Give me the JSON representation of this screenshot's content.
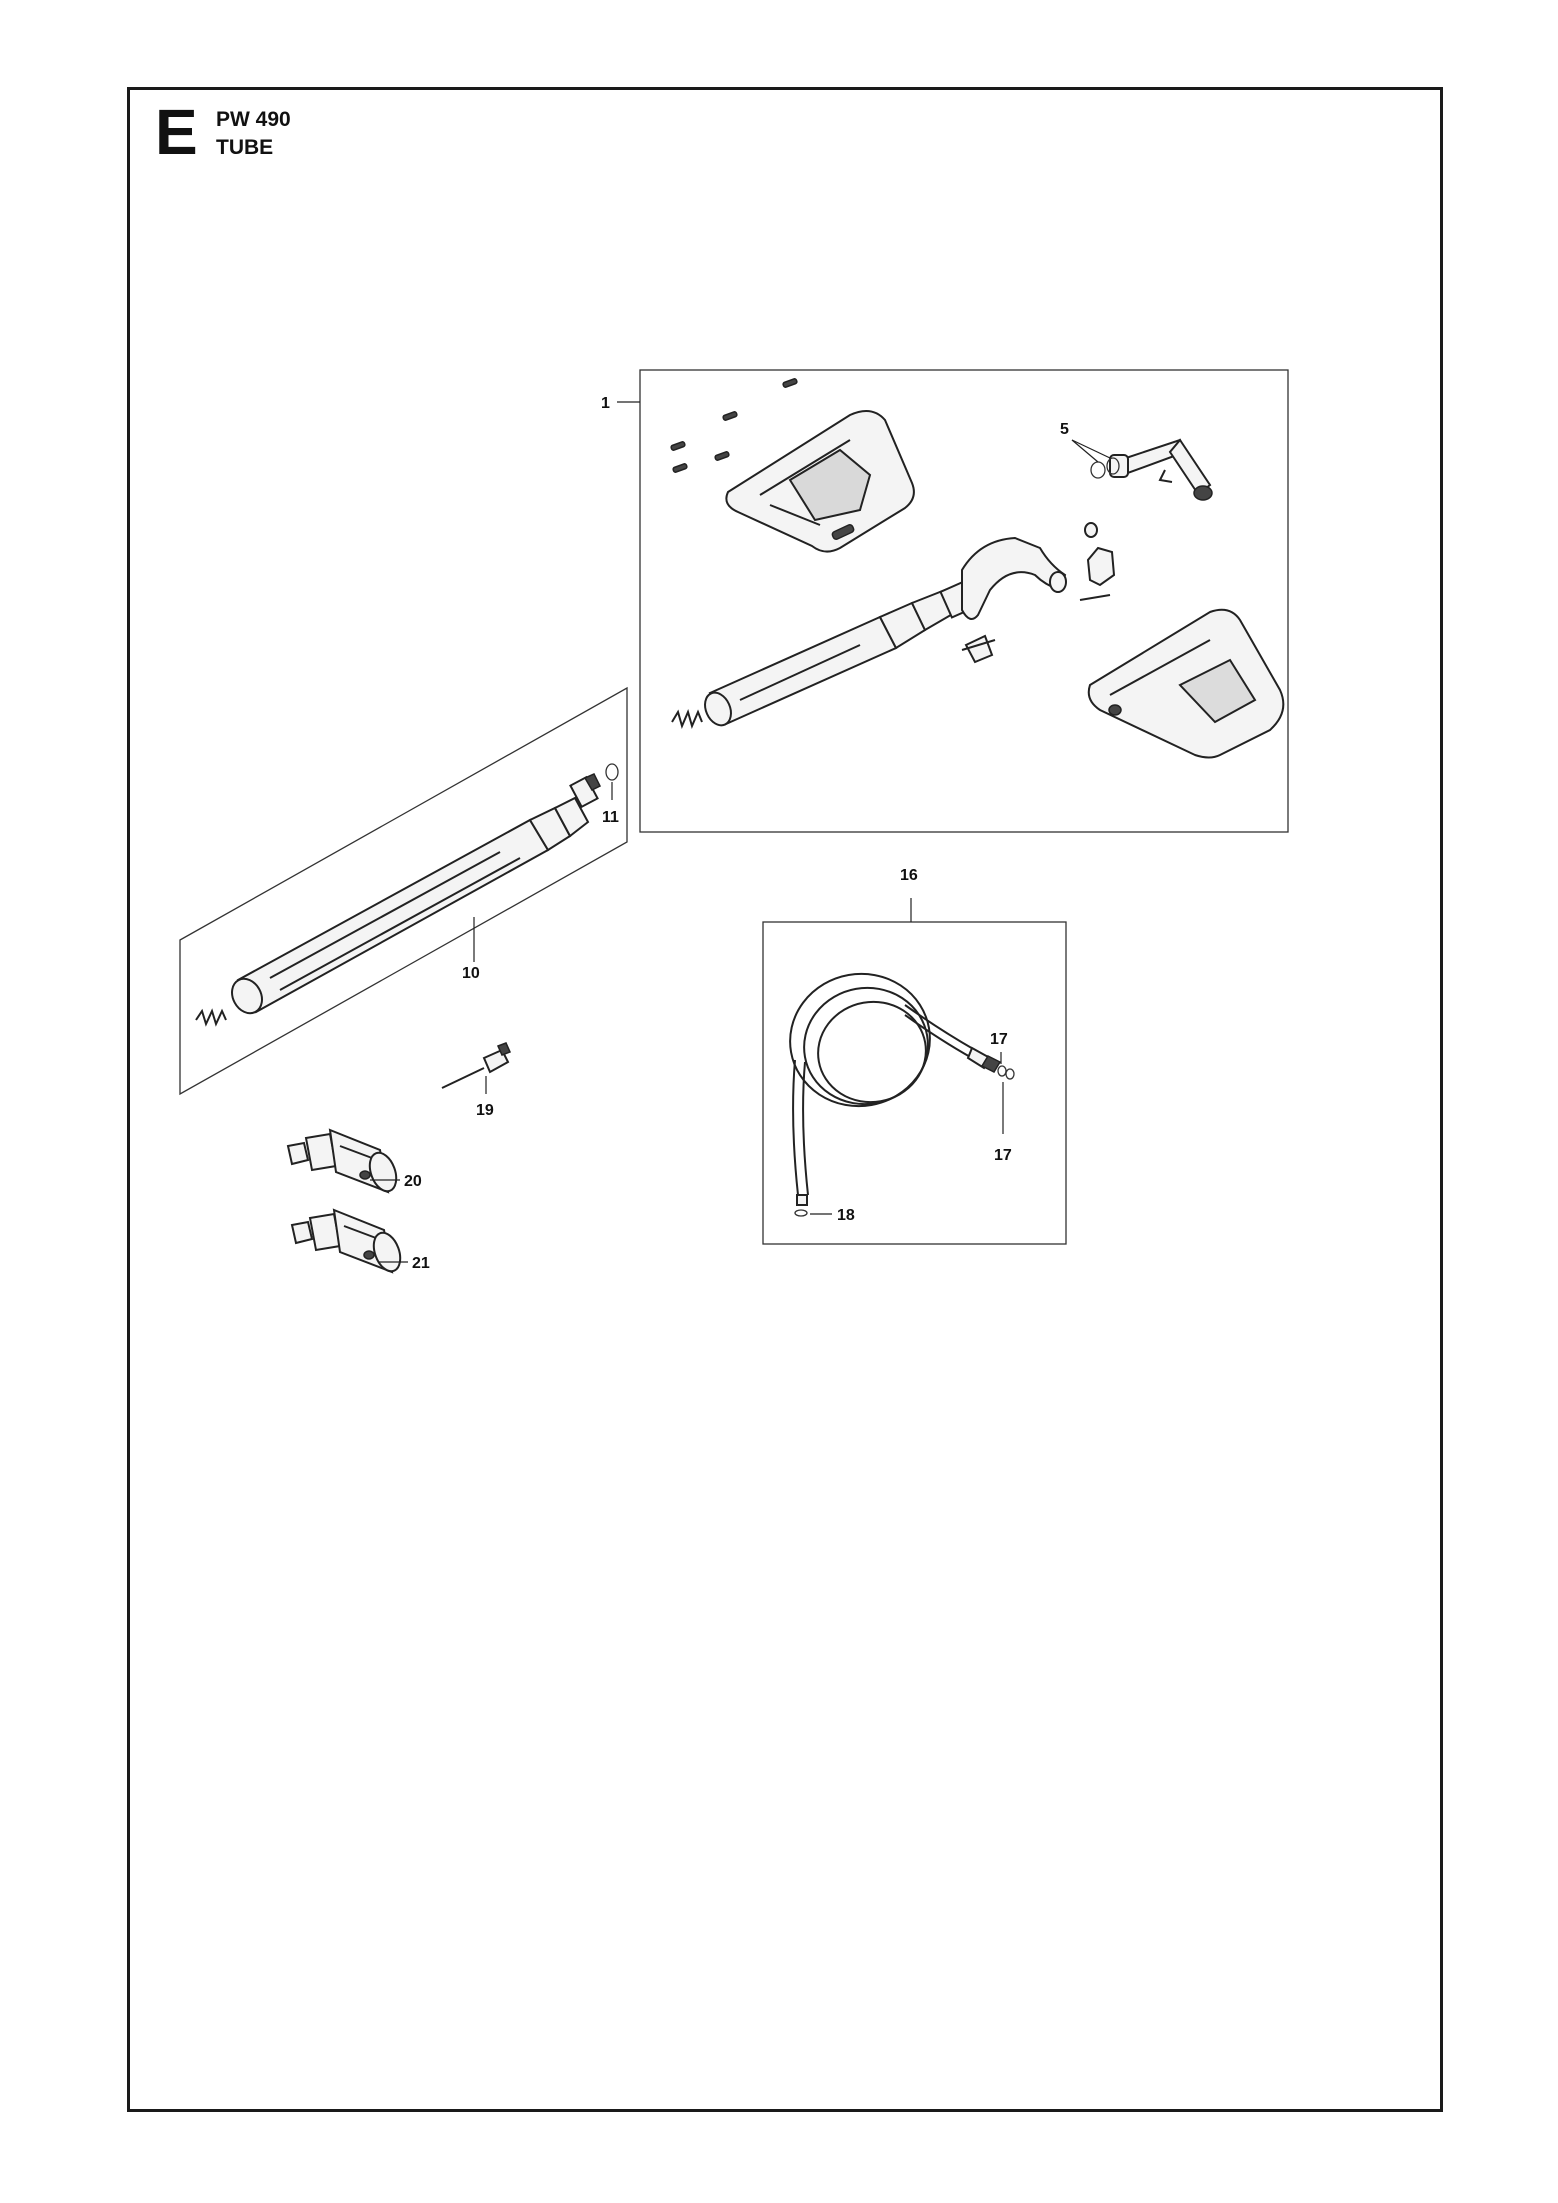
{
  "header": {
    "section_letter": "E",
    "model": "PW 490",
    "section_name": "TUBE"
  },
  "callouts": {
    "c1": "1",
    "c5": "5",
    "c10": "10",
    "c11": "11",
    "c16": "16",
    "c17a": "17",
    "c17b": "17",
    "c18": "18",
    "c19": "19",
    "c20": "20",
    "c21": "21"
  },
  "icons": {
    "gun_housing": "trigger-gun-housing-icon",
    "lance": "lance-tube-icon",
    "hose": "coiled-hose-icon",
    "nozzle": "quick-nozzle-icon"
  },
  "colors": {
    "line": "#222222",
    "frame": "#1a1a1a"
  }
}
